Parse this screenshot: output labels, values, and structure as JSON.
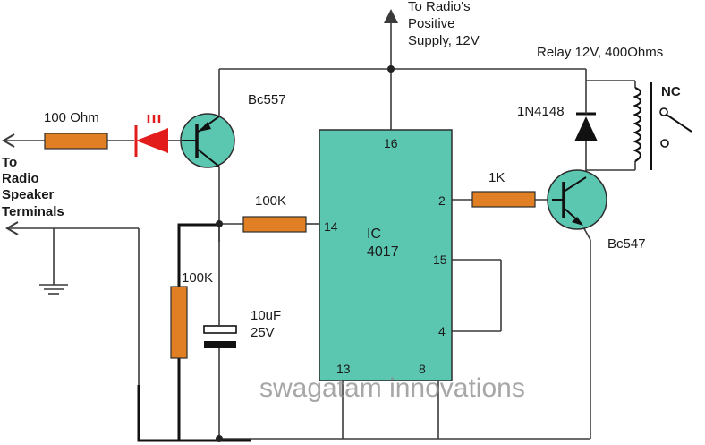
{
  "supply": {
    "line1": "To Radio's",
    "line2": "Positive",
    "line3": "Supply, 12V"
  },
  "relay": {
    "label": "Relay 12V, 400Ohms",
    "nc": "NC"
  },
  "diode": {
    "label": "1N4148"
  },
  "q_pnp": {
    "label": "Bc557"
  },
  "q_npn": {
    "label": "Bc547"
  },
  "r_series": {
    "label": "100 Ohm"
  },
  "r_base_npn": {
    "label": "1K"
  },
  "r_clock": {
    "label": "100K"
  },
  "r_bleed": {
    "label": "100K"
  },
  "capacitor": {
    "value": "10uF",
    "voltage": "25V"
  },
  "output": {
    "line1": "To",
    "line2": "Radio",
    "line3": "Speaker",
    "line4": "Terminals"
  },
  "ic": {
    "name": "IC",
    "part": "4017",
    "pins": {
      "p16": "16",
      "p2": "2",
      "p14": "14",
      "p15": "15",
      "p4": "4",
      "p13": "13",
      "p8": "8"
    }
  },
  "watermark": "swagatam innovations",
  "colors": {
    "ic_body": "#5cc7b1",
    "resistor": "#e07f23",
    "led": "#e21b1b",
    "wire": "#3a3a3a"
  }
}
